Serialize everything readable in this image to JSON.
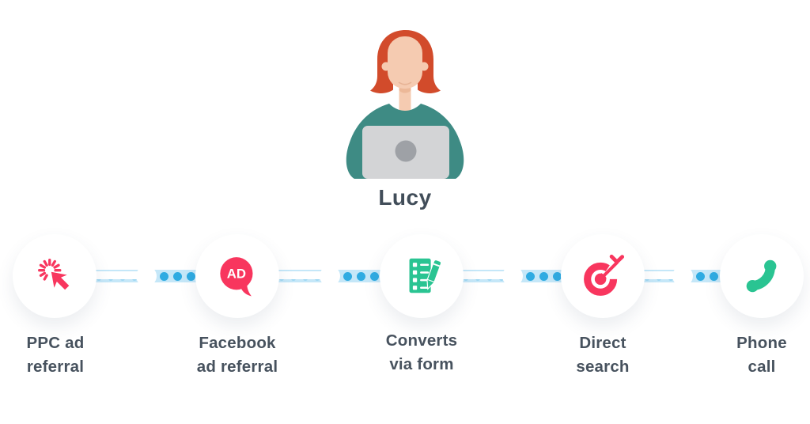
{
  "persona": {
    "name": "Lucy",
    "illustration": "woman-red-hair-teal-sweater-laptop"
  },
  "timeline": {
    "steps": [
      {
        "id": "ppc-ad-referral",
        "icon": "click-cursor-icon",
        "label_line1": "PPC ad",
        "label_line2": "referral"
      },
      {
        "id": "facebook-ad-referral",
        "icon": "ad-speech-bubble-icon",
        "badge_text": "AD",
        "label_line1": "Facebook",
        "label_line2": "ad referral"
      },
      {
        "id": "converts-via-form",
        "icon": "form-checklist-icon",
        "label_line1": "Converts",
        "label_line2": "via form"
      },
      {
        "id": "direct-search",
        "icon": "target-bullseye-icon",
        "label_line1": "Direct",
        "label_line2": "search"
      },
      {
        "id": "phone-call",
        "icon": "phone-handset-icon",
        "label_line1": "Phone",
        "label_line2": "call"
      }
    ]
  },
  "colors": {
    "pink": "#f8365e",
    "green": "#2ac492",
    "sweater_teal": "#3e8b84",
    "hair": "#d24b2b",
    "skin": "#f5cbb1",
    "skin_shadow": "#ecb898",
    "laptop": "#d3d4d6",
    "laptop_logo": "#9ea1a6",
    "track_blue": "#c5e7f8",
    "dot_blue": "#2fabe2",
    "label_text": "#47525e"
  }
}
